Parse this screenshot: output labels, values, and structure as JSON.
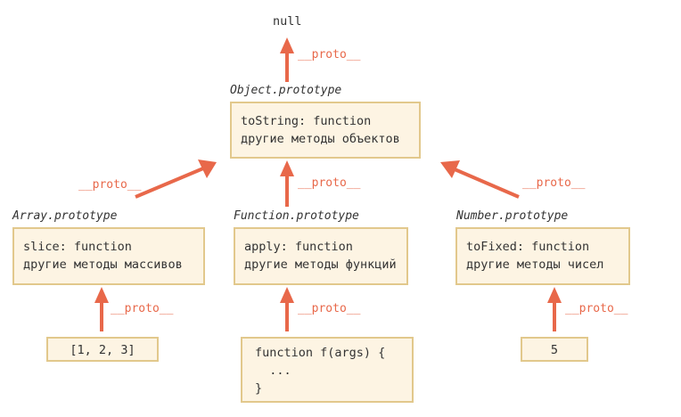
{
  "null_label": "null",
  "proto_label": "__proto__",
  "object_proto": {
    "title": "Object.prototype",
    "lines": [
      "toString: function",
      "другие методы объектов"
    ]
  },
  "array_proto": {
    "title": "Array.prototype",
    "lines": [
      "slice: function",
      "другие методы массивов"
    ]
  },
  "function_proto": {
    "title": "Function.prototype",
    "lines": [
      "apply: function",
      "другие методы функций"
    ]
  },
  "number_proto": {
    "title": "Number.prototype",
    "lines": [
      "toFixed: function",
      "другие методы чисел"
    ]
  },
  "array_instance": {
    "text": "[1, 2, 3]"
  },
  "function_instance": {
    "lines": [
      "function f(args) {",
      "  ...",
      "}"
    ]
  },
  "number_instance": {
    "text": "5"
  },
  "colors": {
    "arrow": "#e8684a",
    "box_fill": "#fdf4e3",
    "box_border": "#e2c88c"
  }
}
